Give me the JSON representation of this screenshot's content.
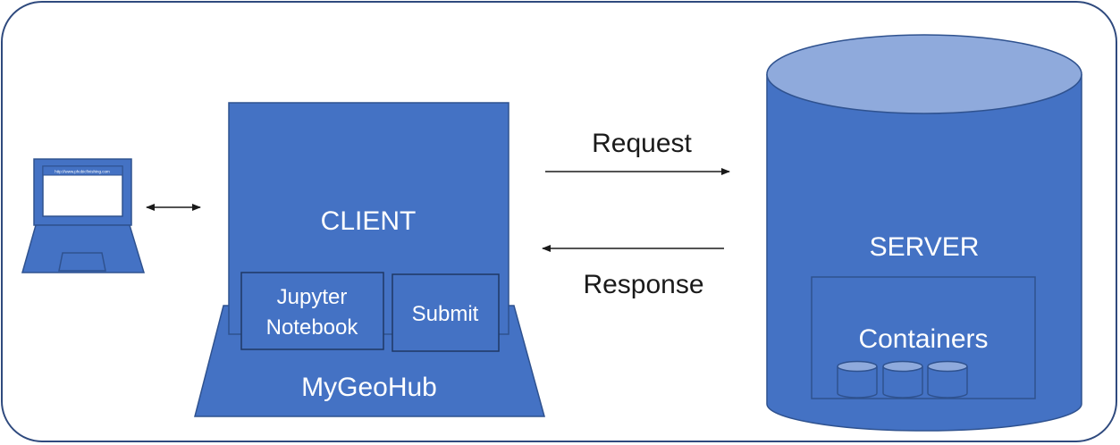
{
  "laptop": {
    "url_text": "http://www.phobicfinishing.com"
  },
  "client": {
    "title": "CLIENT",
    "base_label": "MyGeoHub"
  },
  "jupyter": {
    "line1": "Jupyter",
    "line2": "Notebook"
  },
  "submit": {
    "label": "Submit"
  },
  "arrows": {
    "request": "Request",
    "response": "Response"
  },
  "server": {
    "title": "SERVER",
    "containers_label": "Containers"
  },
  "colors": {
    "fill": "#4472c4",
    "stroke": "#2f528f",
    "cyl_top": "#8faadc",
    "border": "#2f4a7e"
  }
}
